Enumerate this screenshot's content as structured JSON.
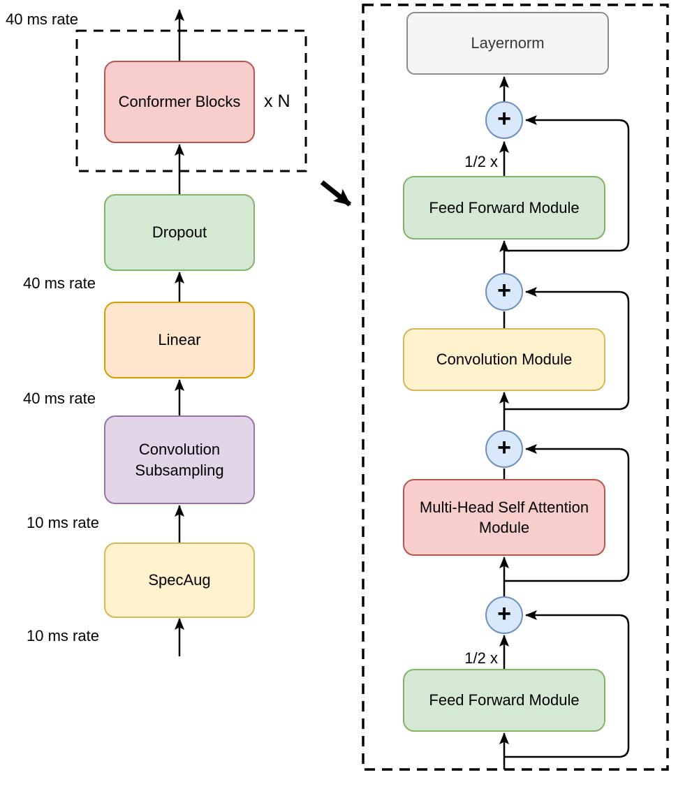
{
  "figure": {
    "title_hint": "Conformer encoder architecture diagram",
    "left": {
      "rate_labels": [
        "40 ms rate",
        "40 ms rate",
        "40 ms rate",
        "10 ms rate",
        "10 ms rate"
      ],
      "repeat_label": "x N",
      "blocks": {
        "conformer": "Conformer Blocks",
        "dropout": "Dropout",
        "linear": "Linear",
        "conv_subsampling": "Convolution Subsampling",
        "specaug": "SpecAug"
      }
    },
    "right": {
      "layernorm": "Layernorm",
      "feed_forward_top": "Feed Forward Module",
      "convolution": "Convolution Module",
      "mhsa": "Multi-Head Self Attention Module",
      "feed_forward_bottom": "Feed Forward Module",
      "plus": "+",
      "half_scale_top": "1/2 x",
      "half_scale_bottom": "1/2 x"
    },
    "colors": {
      "red_fill": "#f8cecc",
      "red_stroke": "#b85450",
      "green_fill": "#d5e8d4",
      "green_stroke": "#82b366",
      "orange_fill": "#ffe6cc",
      "orange_stroke": "#d79b00",
      "purple_fill": "#e1d5e7",
      "purple_stroke": "#9673a6",
      "yellow_fill": "#fff2cc",
      "yellow_stroke": "#d6b656",
      "gray_fill": "#f5f5f5",
      "gray_stroke": "#8a8a8a",
      "blue_fill": "#dae8fc",
      "blue_stroke": "#6c8ebf",
      "line": "#000000"
    }
  }
}
